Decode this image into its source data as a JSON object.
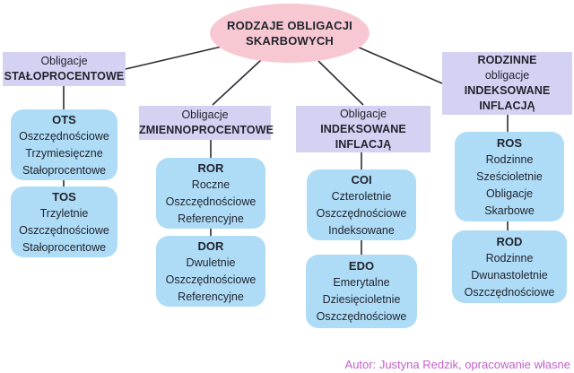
{
  "root": {
    "title": "RODZAJE OBLIGACJI SKARBOWYCH"
  },
  "branches": [
    {
      "header_lines": [
        "Obligacje",
        "STAŁOPROCENTOWE"
      ],
      "nodes": [
        {
          "code": "OTS",
          "lines": [
            "Oszczędnościowe",
            "Trzymiesięczne",
            "Stałoprocentowe"
          ]
        },
        {
          "code": "TOS",
          "lines": [
            "Trzyletnie",
            "Oszczędnościowe",
            "Stałoprocentowe"
          ]
        }
      ]
    },
    {
      "header_lines": [
        "Obligacje",
        "ZMIENNOPROCENTOWE"
      ],
      "nodes": [
        {
          "code": "ROR",
          "lines": [
            "Roczne",
            "Oszczędnościowe",
            "Referencyjne"
          ]
        },
        {
          "code": "DOR",
          "lines": [
            "Dwuletnie",
            "Oszczędnościowe",
            "Referencyjne"
          ]
        }
      ]
    },
    {
      "header_lines": [
        "Obligacje",
        "INDEKSOWANE",
        "INFLACJĄ"
      ],
      "nodes": [
        {
          "code": "COI",
          "lines": [
            "Czteroletnie",
            "Oszczędnościowe",
            "Indeksowane"
          ]
        },
        {
          "code": "EDO",
          "lines": [
            "Emerytalne",
            "Dziesięcioletnie",
            "Oszczędnościowe"
          ]
        }
      ]
    },
    {
      "header_lines": [
        "RODZINNE",
        "obligacje",
        "INDEKSOWANE",
        "INFLACJĄ"
      ],
      "nodes": [
        {
          "code": "ROS",
          "lines": [
            "Rodzinne",
            "Sześcioletnie",
            "Obligacje",
            "Skarbowe"
          ]
        },
        {
          "code": "ROD",
          "lines": [
            "Rodzinne",
            "Dwunastoletnie",
            "Oszczędnościowe"
          ]
        }
      ]
    }
  ],
  "footer": {
    "author_credit": "Autor: Justyna Redzik, opracowanie własne"
  },
  "colors": {
    "root_fill": "#f8c8d2",
    "header_fill": "#d4d2f3",
    "node_fill": "#aedcf7",
    "text": "#21242e",
    "connector": "#2b2b33",
    "author": "#c45ecb"
  }
}
